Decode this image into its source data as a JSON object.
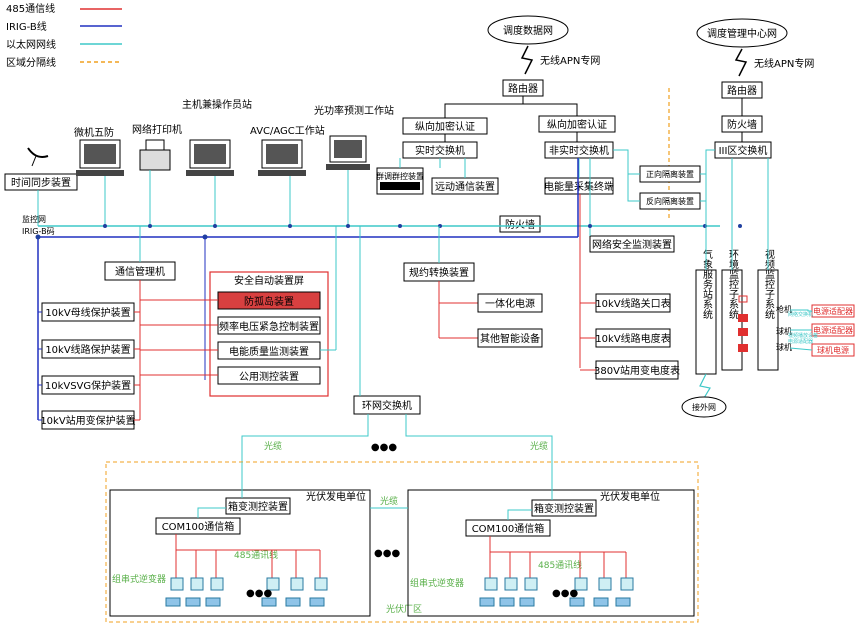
{
  "legend": {
    "rs485": "485通信线",
    "irigb": "IRIG-B线",
    "ethernet": "以太网网线",
    "zone": "区域分隔线",
    "colors": {
      "rs485": "#e03030",
      "irigb": "#2030c0",
      "ethernet": "#3ec8c8",
      "zone": "#f0a020"
    }
  },
  "networks": {
    "dispatch_cloud": "调度数据网",
    "dispatch_apn": "无线APN专网",
    "mgmt_cloud": "调度管理中心网",
    "mgmt_apn": "无线APN专网",
    "ext_cloud": "接外网"
  },
  "routers": {
    "left": "路由器",
    "right": "路由器"
  },
  "crypto": {
    "left": "纵向加密认证",
    "right": "纵向加密认证"
  },
  "switches": {
    "realtime": "实时交换机",
    "nonrealtime": "非实时交换机",
    "zone3": "III区交换机",
    "ring": "环网交换机"
  },
  "firewalls": {
    "main": "防火墙",
    "right": "防火墙"
  },
  "isolation": {
    "forward": "正向隔离装置",
    "reverse": "反向隔离装置"
  },
  "bus_labels": {
    "monitor_net": "监控网",
    "irigb": "IRIG-B码"
  },
  "stations": {
    "time_sync": "时间同步装置",
    "five_defense": "微机五防",
    "printer": "网络打印机",
    "host_ops": "主机兼操作员站",
    "avc_agc": "AVC/AGC工作站",
    "pv_forecast": "光功率预测工作站",
    "dispatch_ctrl": "群调群控装置",
    "remote_comm": "远动通信装置",
    "energy_term": "电能量采集终端",
    "net_sec": "网络安全监测装置",
    "comm_mgr": "通信管理机",
    "protocol_conv": "规约转换装置",
    "int_power": "一体化电源",
    "other_smart": "其他智能设备"
  },
  "protection": {
    "bus": "10kV母线保护装置",
    "line": "10kV线路保护装置",
    "svg": "10kVSVG保护装置",
    "station_tx": "10kV站用变保护装置"
  },
  "safety_panel": {
    "title": "安全自动装置屏",
    "items": [
      "防孤岛装置",
      "频率电压紧急控制装置",
      "电能质量监测装置",
      "公用测控装置"
    ]
  },
  "meters": {
    "gateway": "10kV线路关口表",
    "line": "10kV线路电度表",
    "station": "380V站用变电度表"
  },
  "side_systems": {
    "weather": "气象服务站系统",
    "env": "环境监控子系统",
    "video": "视频监控子系统"
  },
  "cameras": {
    "gun": "枪机",
    "ball1": "球机",
    "ball2": "球机"
  },
  "adapters": [
    "电源适配器",
    "电源适配器",
    "球机电源"
  ],
  "tiny_labels": [
    "网络交换机",
    "视频播放设备",
    "电源适配器"
  ],
  "fiber": {
    "left": "光缆",
    "right": "光缆",
    "mid": "光缆"
  },
  "ellipsis": "●●●",
  "pv_units": [
    {
      "title": "光伏发电单位",
      "box_ctrl": "箱变测控装置",
      "com": "COM100通信箱",
      "rs485": "485通讯线",
      "inverter": "组串式逆变器"
    },
    {
      "title": "光伏发电单位",
      "box_ctrl": "箱变测控装置",
      "com": "COM100通信箱",
      "rs485": "485通讯线",
      "inverter": "组串式逆变器"
    }
  ],
  "pv_zone": "光伏厂区"
}
